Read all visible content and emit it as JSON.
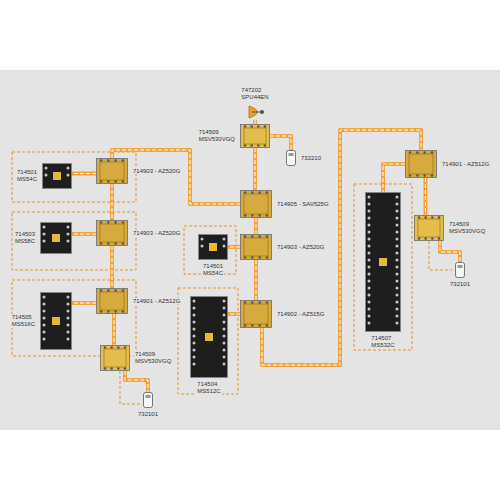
{
  "diagram": {
    "nodes": [
      {
        "text": [
          "747202 SPU44EN"
        ]
      },
      {
        "text": [
          "714509 MSV530VGQ"
        ]
      },
      {
        "text": [
          "732210"
        ]
      },
      {
        "text": [
          "714903 - AZ520G"
        ]
      },
      {
        "text": [
          "714501 MS54C"
        ]
      },
      {
        "text": [
          "714905 - SAV525G"
        ]
      },
      {
        "text": [
          "714903 - AZ520G"
        ]
      },
      {
        "text": [
          "714503 MS58C"
        ]
      },
      {
        "text": [
          "714903 - AZ520G"
        ]
      },
      {
        "text": [
          "714501 MS54C"
        ]
      },
      {
        "text": [
          "714901 - AZ512G"
        ]
      },
      {
        "text": [
          "714507 MS532C"
        ]
      },
      {
        "text": [
          "714509 MSV530VGQ"
        ]
      },
      {
        "text": [
          "732101"
        ]
      },
      {
        "text": [
          "714901 - AZ512G"
        ]
      },
      {
        "text": [
          "714505 MS516C"
        ]
      },
      {
        "text": [
          "714902 - AZ515G"
        ]
      },
      {
        "text": [
          "714504 MS512C"
        ]
      },
      {
        "text": [
          "714509 MSV530VGQ"
        ]
      },
      {
        "text": [
          "732101"
        ]
      }
    ],
    "edges": [
      {
        "from": 0,
        "to": 1,
        "arrow": "none"
      },
      {
        "from": 1,
        "to": 2,
        "arrow": "none"
      },
      {
        "from": 1,
        "to": 5,
        "arrow": "none"
      },
      {
        "from": 5,
        "to": 3,
        "arrow": "none"
      },
      {
        "from": 3,
        "to": 4,
        "arrow": "none"
      },
      {
        "from": 3,
        "to": 6,
        "arrow": "none"
      },
      {
        "from": 6,
        "to": 7,
        "arrow": "none"
      },
      {
        "from": 6,
        "to": 14,
        "arrow": "none"
      },
      {
        "from": 14,
        "to": 15,
        "arrow": "none"
      },
      {
        "from": 14,
        "to": 18,
        "arrow": "none"
      },
      {
        "from": 18,
        "to": 19,
        "arrow": "none"
      },
      {
        "from": 5,
        "to": 8,
        "arrow": "none"
      },
      {
        "from": 8,
        "to": 9,
        "arrow": "none"
      },
      {
        "from": 8,
        "to": 16,
        "arrow": "none"
      },
      {
        "from": 16,
        "to": 17,
        "arrow": "none"
      },
      {
        "from": 16,
        "to": 10,
        "arrow": "none"
      },
      {
        "from": 10,
        "to": 11,
        "arrow": "none"
      },
      {
        "from": 10,
        "to": 12,
        "arrow": "none"
      },
      {
        "from": 12,
        "to": 13,
        "arrow": "none"
      }
    ]
  }
}
